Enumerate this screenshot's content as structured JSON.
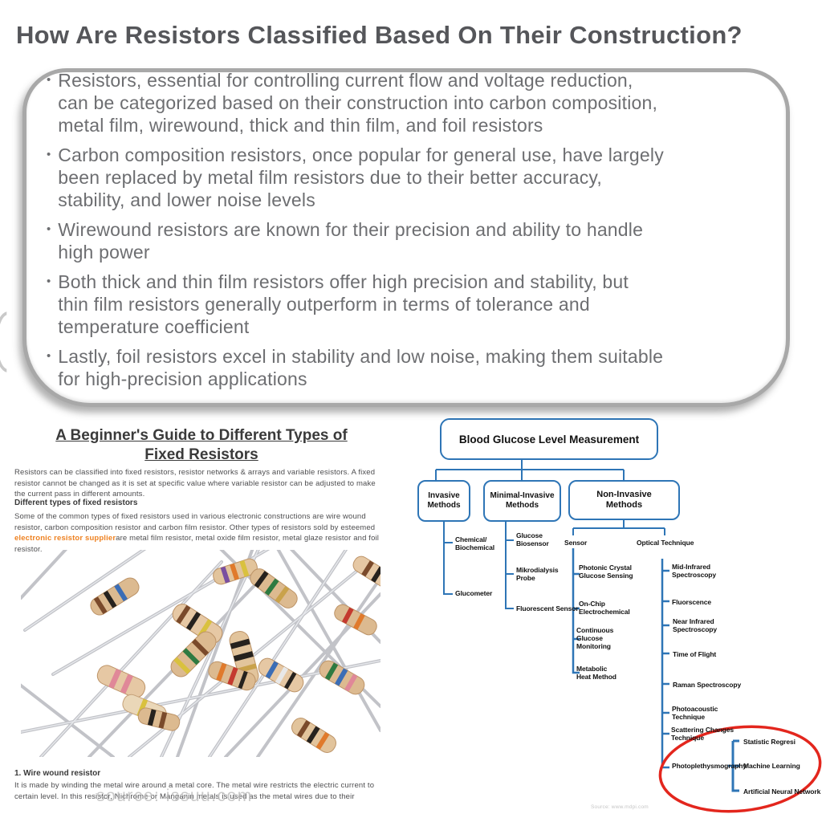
{
  "page_title": "How Are Resistors Classified Based On Their Construction?",
  "bullets": [
    "Resistors, essential for controlling current flow and voltage reduction,\ncan be categorized based on their construction into carbon composition,\nmetal film, wirewound, thick and thin film, and foil resistors",
    "Carbon composition resistors, once popular for general use, have largely\nbeen replaced by metal film resistors due to their better accuracy,\nstability, and lower noise levels",
    "Wirewound resistors are known for their precision and ability to handle\nhigh power",
    "Both thick and thin film resistors offer high precision and stability, but\nthin film resistors generally outperform in terms of tolerance and\ntemperature coefficient",
    "Lastly, foil resistors excel in stability and low noise, making them suitable\nfor high-precision applications"
  ],
  "document": {
    "title_line1": "A Beginner's Guide to Different Types of",
    "title_line2": "Fixed Resistors",
    "para1": "Resistors can be classified into fixed resistors, resistor networks & arrays and variable resistors. A fixed\nresistor cannot be changed as it is set at specific value where variable resistor can be adjusted to make\nthe current pass in different amounts.",
    "subhead": "Different types of fixed resistors",
    "para2_before": "Some of the common types of fixed resistors used in various electronic constructions are wire wound\nresistor, carbon composition resistor and carbon film resistor. Other types of resistors sold by esteemed\n",
    "para2_link": "electronic resistor supplier",
    "para2_after": "are metal film resistor, metal oxide film resistor, metal glaze resistor and foil\nresistor.",
    "section1_head": "1. Wire wound resistor",
    "section1_body": "It is made by winding the metal wire around a metal core. The metal wire restricts the electric current to\ncertain level. In this resistor, Nichrome or Manganin metals is used as the metal wires due to their",
    "watermark": "source: issuu.com",
    "link_color": "#EE8222"
  },
  "flowchart": {
    "root": "Blood Glucose Level Measurement",
    "boxes": {
      "invasive": "Invasive\nMethods",
      "minimal": "Minimal-Invasive\nMethods",
      "noninvasive": "Non-Invasive\nMethods"
    },
    "labels": {
      "chemical": "Chemical/\nBiochemical",
      "glucometer": "Glucometer",
      "glucose_biosensor": "Glucose\nBiosensor",
      "mikrodialysis": "Mikrodialysis\nProbe",
      "fluorescent": "Fluorescent Sensor",
      "sensor": "Sensor",
      "optical": "Optical Technique",
      "photonic": "Photonic Crystal\nGlucose Sensing",
      "onchip": "On-Chip\nElectrochemical",
      "continuous": "Continuous\nGlucose\nMonitoring",
      "metabolic": "Metabolic\nHeat Method",
      "mid_ir": "Mid-Infrared\nSpectroscopy",
      "fluorscence": "Fluorscence",
      "near_ir": "Near Infrared\nSpectroscopy",
      "tof": "Time of Flight",
      "raman": "Raman Spectroscopy",
      "photoacoustic": "Photoacoustic\nTechnique",
      "scattering": "Scattering Changes\nTechnique",
      "ppg": "Photoplethysmography",
      "statistic": "Statistic Regresi",
      "machine_learning": "Machine Learning",
      "ann": "Artificial Neural Network"
    },
    "source": "Source: www.mdpi.com",
    "accent_color": "#2E75B6",
    "highlight_color": "#E3261D"
  }
}
